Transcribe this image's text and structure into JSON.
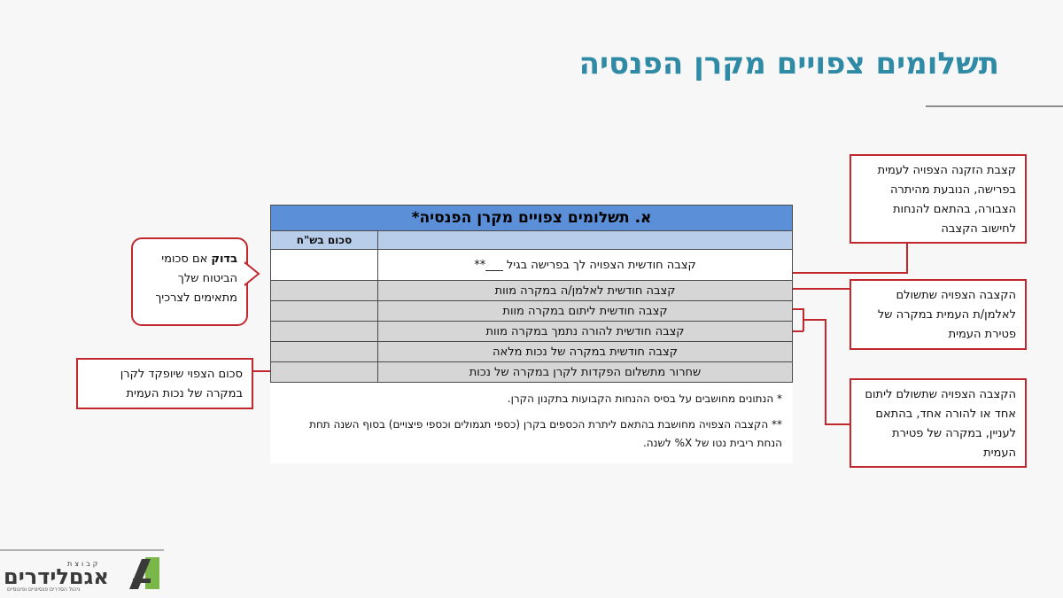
{
  "page": {
    "title": "תשלומים צפויים מקרן הפנסיה"
  },
  "table": {
    "header": "א. תשלומים צפויים מקרן הפנסיה*",
    "amount_column_header": "סכום בש\"ח",
    "rows": [
      {
        "label": "קצבה חודשית הצפויה לך בפרישה בגיל ___**",
        "amount": ""
      },
      {
        "label": "קצבה חודשית לאלמן/ה במקרה מוות",
        "amount": ""
      },
      {
        "label": "קצבה חודשית ליתום במקרה מוות",
        "amount": ""
      },
      {
        "label": "קצבה חודשית להורה נתמך במקרה מוות",
        "amount": ""
      },
      {
        "label": "קצבה חודשית במקרה של נכות מלאה",
        "amount": ""
      },
      {
        "label": "שחרור מתשלום הפקדות לקרן במקרה של נכות",
        "amount": ""
      }
    ],
    "note1": "*  הנתונים מחושבים על בסיס ההנחות הקבועות בתקנון הקרן.",
    "note2": "**  הקצבה הצפויה מחושבת בהתאם ליתרת הכספים בקרן (כספי תגמולים וכספי פיצויים) בסוף השנה תחת הנחת ריבית נטו של X% לשנה."
  },
  "callouts": {
    "old_age": "קצבת הזקנה הצפויה לעמית בפרישה, הנובעת מהיתרה הצבורה, בהתאם להנחות לחישוב הקצבה",
    "widow": "הקצבה הצפויה שתשולם לאלמן/ת העמית במקרה של פטירת העמית",
    "orphan": "הקצבה הצפויה שתשולם ליתום אחד או להורה אחד, בהתאם לעניין, במקרה של פטירת העמית",
    "disability": "סכום הצפוי שיופקד לקרן במקרה של נכות העמית"
  },
  "bubble": {
    "bold": "בדוק",
    "text": " אם סכומי הביטוח שלך מתאימים לצרכיך"
  },
  "logo": {
    "small": "קבוצת",
    "name_part1": "אגם",
    "name_part2": "לידרים",
    "tagline": "ניהול הסדרים פנסיוניים ופיננסיים"
  },
  "colors": {
    "title": "#2f8ba5",
    "table_header": "#5b8fd8",
    "table_subheader": "#b8cde9",
    "row_gray": "#d6d6d6",
    "callout_border": "#c0282e",
    "logo_green": "#7ab648"
  }
}
